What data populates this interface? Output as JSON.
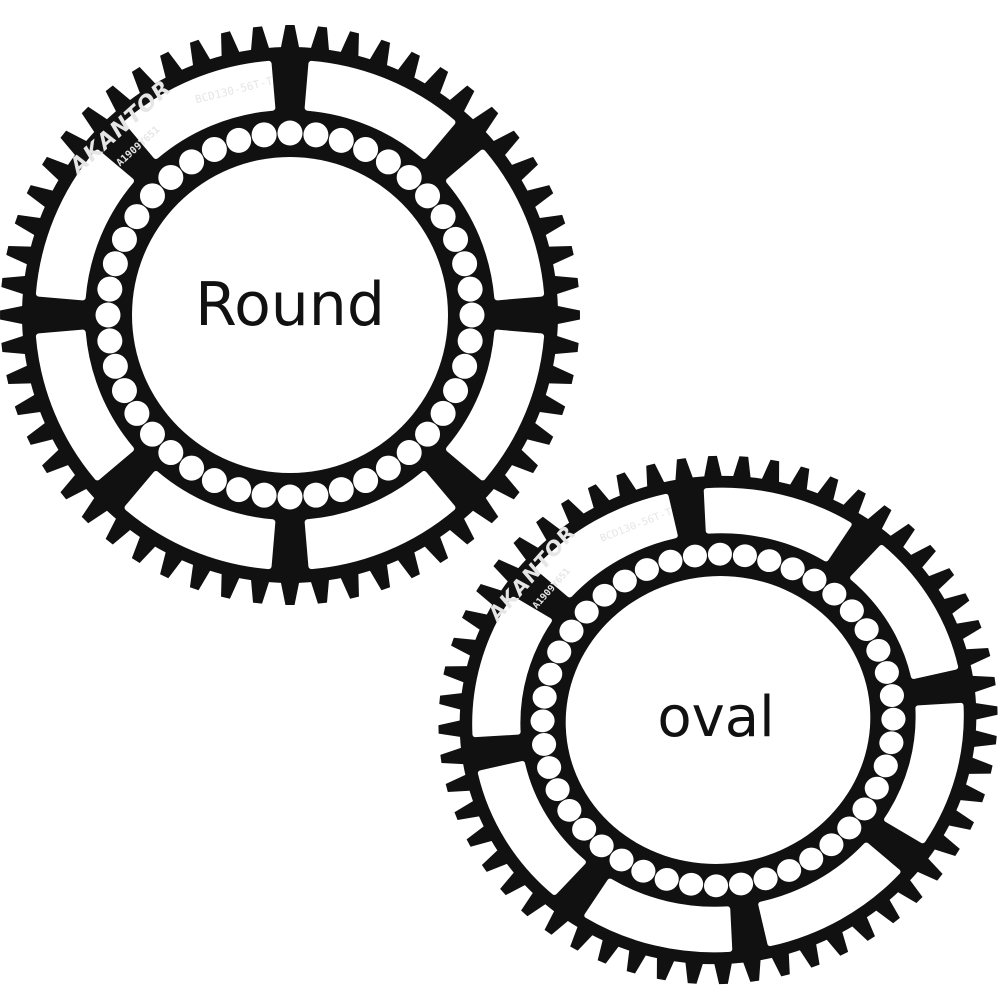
{
  "products": [
    {
      "label": "Round",
      "brand": "AKANTOR",
      "serial": "A1909Y651",
      "spec": "BCD130-56T-T"
    },
    {
      "label": "oval",
      "brand": "AKANTOR",
      "serial": "A1909Y651",
      "spec": "BCD130-56T-T"
    }
  ],
  "colors": {
    "metal": "#111111",
    "background": "#ffffff",
    "engraving": "#e6e6e6"
  }
}
